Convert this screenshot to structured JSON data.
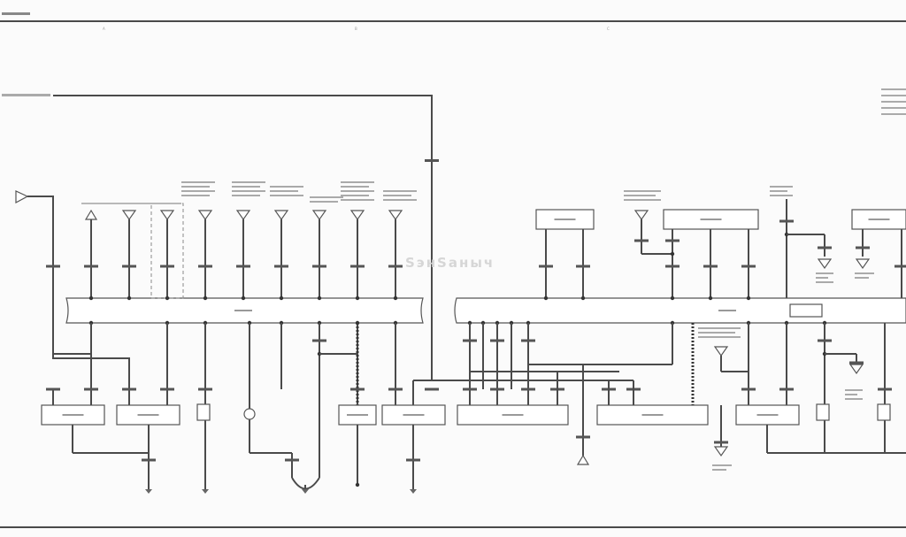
{
  "diagram": {
    "watermark": "SэнSаныч",
    "column_markers": [
      "A",
      "B",
      "C"
    ],
    "colors": {
      "wire": "#4a4a4a",
      "background": "#fbfbfb",
      "watermark": "#d6d6d6"
    }
  }
}
